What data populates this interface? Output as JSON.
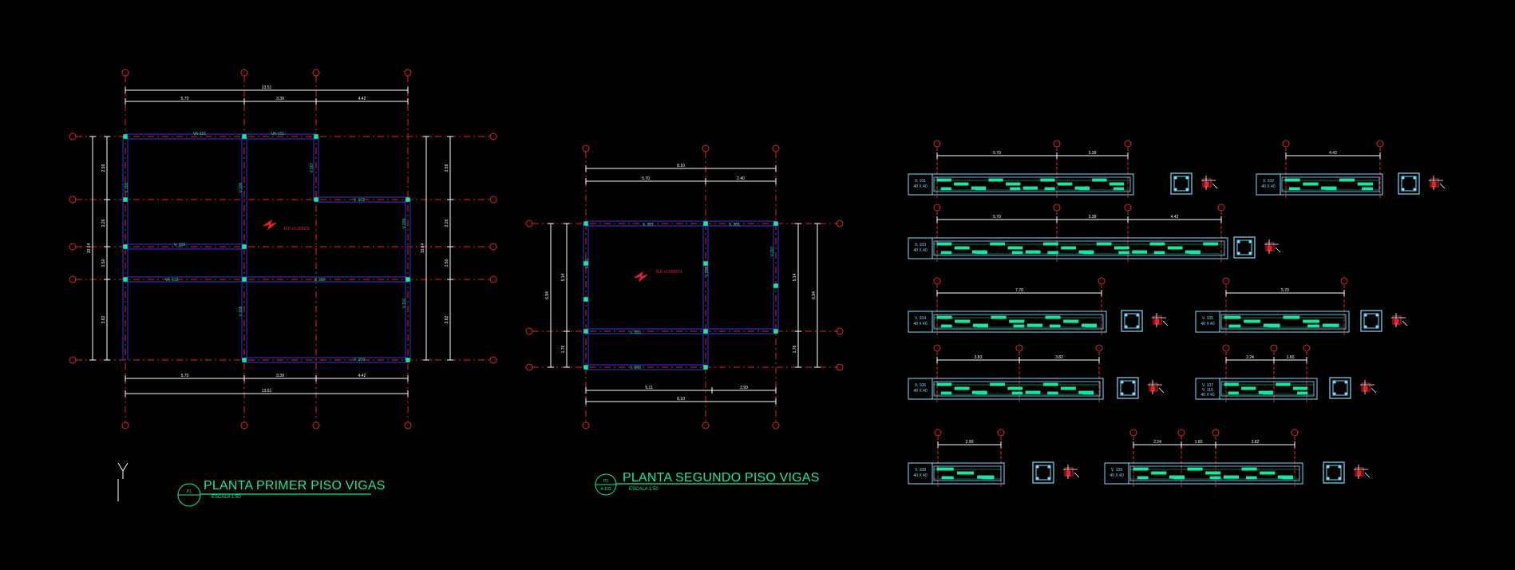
{
  "colors": {
    "background": "#000000",
    "grid_axis": "#e8202a",
    "beam": "#2a2ab8",
    "dimension": "#ffffff",
    "rebar": "#19e6a0",
    "section": "#7fdcff",
    "title": "#19e6a0"
  },
  "plan1": {
    "title": "PLANTA PRIMER PISO VIGAS",
    "scale": "ESCALA 1:50",
    "tag": "P1",
    "level_note": "N.P.+0.30MTS",
    "dims_top": [
      "5.70",
      "3.39",
      "4.42"
    ],
    "total_top": "13.51",
    "dims_bottom": [
      "5.70",
      "3.39",
      "4.42"
    ],
    "total_bottom": "13.51",
    "dims_side": [
      "2.59",
      "2.26",
      "1.50",
      "3.82"
    ],
    "total_side": "10.64",
    "beam_labels": [
      "VA-101",
      "VA-101",
      "V. 102",
      "V. 103",
      "V. 103",
      "VA-103",
      "V. 104",
      "V.104",
      "V.106",
      "V.106",
      "V.107",
      "V.108",
      "V.109",
      "V.110"
    ]
  },
  "plan2": {
    "title": "PLANTA SEGUNDO PISO VIGAS",
    "scale": "ESCALA 1:50",
    "tag": "P2",
    "tag2": "A-102",
    "level_note": "N.P.+2.80MTS",
    "total_top": "8.10",
    "dims_top": [
      "5.70",
      "2.40"
    ],
    "dims_bottom": [
      "5.11",
      "2.99"
    ],
    "total_bottom": "8.10",
    "dims_side": [
      "5.14",
      "1.76"
    ],
    "total_side": "6.94",
    "beam_labels": [
      "V. 201",
      "V. 201",
      "V. 203",
      "V. 203",
      "V.205",
      "V.206",
      "V.207"
    ]
  },
  "details": [
    {
      "label": "V. 101",
      "section": "40 X 40",
      "dims": [
        "5.70",
        "3.39"
      ]
    },
    {
      "label": "V. 102",
      "section": "40 X 40",
      "dims": [
        "4.42"
      ]
    },
    {
      "label": "V. 103",
      "section": "40 X 40",
      "dims": [
        "5.70",
        "3.39",
        "4.42"
      ]
    },
    {
      "label": "V. 104",
      "section": "40 X 40",
      "dims": [
        "7.70"
      ]
    },
    {
      "label": "V. 105",
      "section": "40 X 40",
      "dims": [
        "5.70"
      ]
    },
    {
      "label": "V. 106",
      "section": "40 X 40",
      "dims": [
        "3.83",
        "3.82"
      ]
    },
    {
      "label": "V. 107",
      "label2": "V. 110",
      "section": "40 X 40",
      "dims": [
        "2.24",
        "1.60"
      ]
    },
    {
      "label": "V. 108",
      "section": "40 X 40",
      "dims": [
        "2.99"
      ]
    },
    {
      "label": "V. 109",
      "section": "40 X 40",
      "dims": [
        "2.24",
        "1.60",
        "3.82"
      ]
    }
  ],
  "axis_marker": "Y"
}
